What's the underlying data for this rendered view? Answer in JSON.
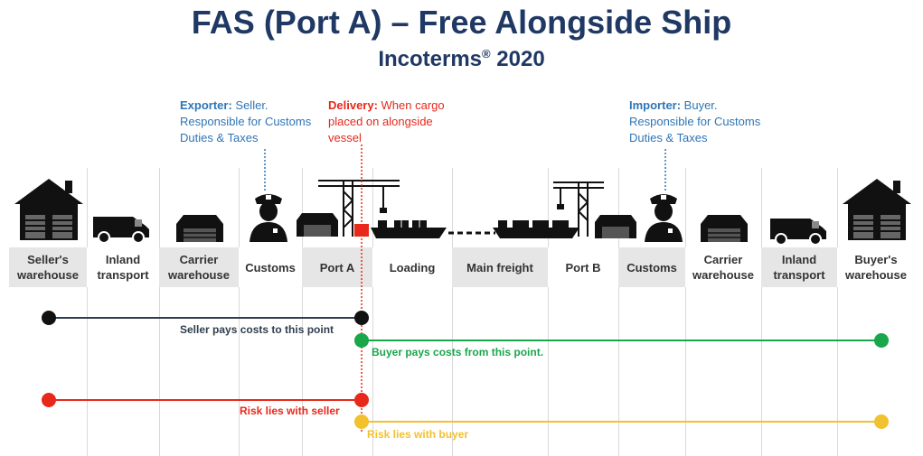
{
  "header": {
    "title": "FAS (Port A) – Free Alongside Ship",
    "subtitle": "Incoterms",
    "subtitle_mark": "®",
    "subtitle_year": "2020"
  },
  "annotations": {
    "exporter": {
      "label": "Exporter:",
      "lines": [
        " Seller.",
        "Responsible for Customs",
        "Duties & Taxes"
      ]
    },
    "delivery": {
      "label": "Delivery:",
      "lines": [
        " When cargo",
        "placed on alongside",
        "vessel"
      ]
    },
    "importer": {
      "label": "Importer:",
      "lines": [
        " Buyer.",
        "Responsible for Customs",
        "Duties & Taxes"
      ]
    }
  },
  "stages": [
    {
      "label": "Seller's\nwarehouse",
      "icon": "house-icon"
    },
    {
      "label": "Inland\ntransport",
      "icon": "van-icon"
    },
    {
      "label": "Carrier\nwarehouse",
      "icon": "warehouse-icon"
    },
    {
      "label": "Customs",
      "icon": "customs-officer-icon"
    },
    {
      "label": "Port A",
      "icon": "port-crane-icon"
    },
    {
      "label": "Loading",
      "icon": "ship-icon"
    },
    {
      "label": "Main freight",
      "icon": "ship-icon"
    },
    {
      "label": "Port B",
      "icon": "port-crane-icon"
    },
    {
      "label": "Customs",
      "icon": "customs-officer-icon"
    },
    {
      "label": "Carrier\nwarehouse",
      "icon": "warehouse-icon"
    },
    {
      "label": "Inland\ntransport",
      "icon": "van-icon"
    },
    {
      "label": "Buyer's\nwarehouse",
      "icon": "house-icon"
    }
  ],
  "lines": {
    "seller_costs": "Seller pays costs to this point",
    "buyer_costs": "Buyer pays costs from this point.",
    "seller_risk": "Risk lies with seller",
    "buyer_risk": "Risk lies with buyer"
  },
  "colors": {
    "title": "#1f3864",
    "seller_costs": "#2f3e4e",
    "buyer_costs": "#1aa64b",
    "seller_risk": "#e8281b",
    "buyer_risk": "#f2c12e",
    "delivery_marker": "#e8281b",
    "annotation_blue": "#2e75b6"
  }
}
